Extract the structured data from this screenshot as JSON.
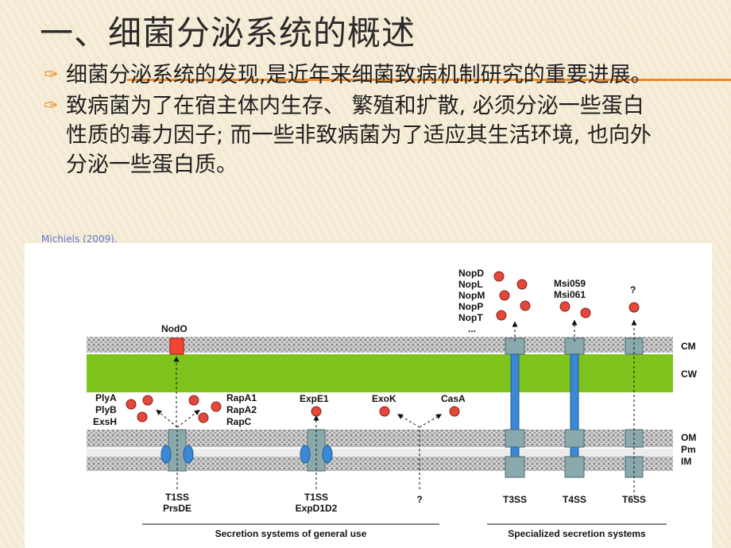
{
  "slide": {
    "title": "一、细菌分泌系统的概述",
    "bullets": [
      "细菌分泌系统的发现,是近年来细菌致病机制研究的重要进展。",
      "致病菌为了在宿主体内生存、 繁殖和扩散, 必须分泌一些蛋白性质的毒力因子; 而一些非致病菌为了适应其生活环境, 也向外分泌一些蛋白质。"
    ],
    "bullet_icon": "feather-bullet-icon",
    "caption_fragment": "Michiels (2009)."
  },
  "diagram": {
    "layer_labels": [
      "CM",
      "CW",
      "OM",
      "Pm",
      "IM"
    ],
    "proteins": {
      "nodo": "NodO",
      "t1ss_left": [
        "PlyA",
        "PlyB",
        "ExsH"
      ],
      "t1ss_right": [
        "RapA1",
        "RapA2",
        "RapC"
      ],
      "expe1": "ExpE1",
      "exok": "ExoK",
      "casa": "CasA",
      "t3ss": [
        "NopD",
        "NopL",
        "NopM",
        "NopP",
        "NopT",
        "..."
      ],
      "t4ss": [
        "Msi059",
        "Msi061"
      ],
      "t6ss": "?"
    },
    "systems": [
      {
        "name": "T1SS",
        "sub": "PrsDE"
      },
      {
        "name": "T1SS",
        "sub": "ExpD1D2"
      },
      {
        "name": "?",
        "sub": ""
      },
      {
        "name": "T3SS",
        "sub": ""
      },
      {
        "name": "T4SS",
        "sub": ""
      },
      {
        "name": "T6SS",
        "sub": ""
      }
    ],
    "group_labels": {
      "general": "Secretion systems of general use",
      "specialized": "Specialized secretion systems"
    },
    "colors": {
      "cell_wall": "#7fc41c",
      "membrane": "#a7a7a7",
      "protein": "#e2483b",
      "channel": "#8aa9ad",
      "needle": "#3a88d6",
      "nodo": "#f04434"
    }
  }
}
